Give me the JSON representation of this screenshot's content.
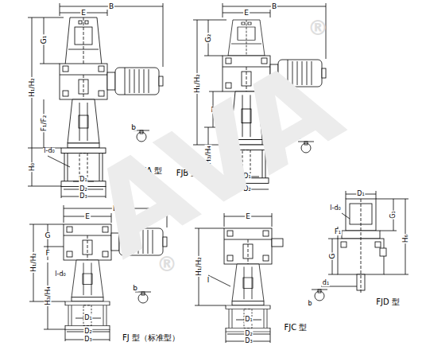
{
  "diagram": {
    "labels": [
      "B",
      "E",
      "G₁",
      "H₁/H₂",
      "F₁/F₂",
      "l-d₀",
      "H₀",
      "b",
      "D₁",
      "D₂",
      "D₃",
      "FJA 型",
      "B",
      "E",
      "G₂",
      "H₁/H₂",
      "F",
      "H₃/H₄",
      "b",
      "D₁",
      "D₂",
      "FJB 型",
      "B",
      "E",
      "G",
      "F",
      "H₁/H₂",
      "H₃/H₄",
      "l-d₀",
      "b",
      "D₁",
      "D₂",
      "D₃",
      "FJ 型（标准型）",
      "E",
      "H₁/H₂",
      "l",
      "D₁",
      "D₂",
      "D₃",
      "FJC 型",
      "D₁",
      "l-d₀",
      "F₁",
      "G₁",
      "G",
      "H₆",
      "d₁",
      "b",
      "FJD 型",
      "AVA",
      "®",
      "®"
    ]
  }
}
